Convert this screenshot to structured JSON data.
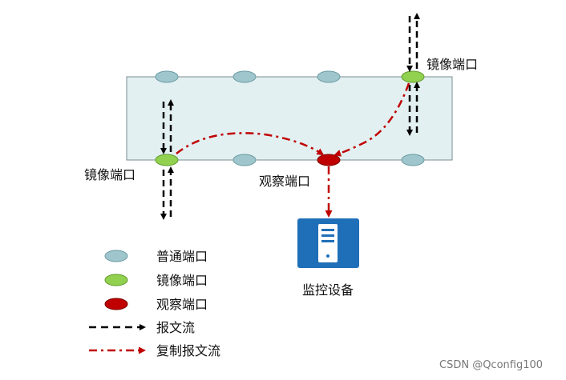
{
  "colors": {
    "switch_fill": "#e3f0f2",
    "switch_stroke": "#7a8c90",
    "normal_port": "#9ec6cc",
    "mirror_port": "#92d050",
    "observe_port": "#c00000",
    "packet_flow": "#000000",
    "copy_flow": "#c00000",
    "monitor_device": "#1f6fb8"
  },
  "labels": {
    "mirror_port_top_right": "镜像端口",
    "mirror_port_left": "镜像端口",
    "observe_port": "观察端口",
    "monitor_device": "监控设备"
  },
  "legend": {
    "normal_port": "普通端口",
    "mirror_port": "镜像端口",
    "observe_port": "观察端口",
    "packet_flow": "报文流",
    "copy_flow": "复制报文流"
  },
  "watermark": "CSDN @Qconfig100"
}
